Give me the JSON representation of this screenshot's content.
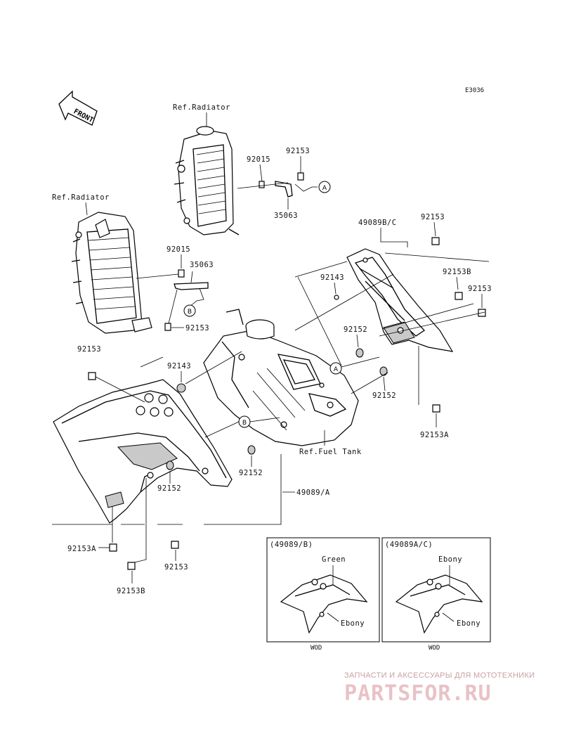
{
  "diagram_code": "E3036",
  "front_arrow_label": "FRONT",
  "ref_labels": {
    "radiator_right": "Ref.Radiator",
    "radiator_left": "Ref.Radiator",
    "fuel_tank": "Ref.Fuel Tank"
  },
  "part_labels": {
    "p92015_upper": "92015",
    "p92153_upper": "92153",
    "p35063_upper": "35063",
    "p49089bc": "49089B/C",
    "p92153_right_top": "92153",
    "p92015_mid": "92015",
    "p35063_mid": "35063",
    "p92143_right": "92143",
    "p92153b_right": "92153B",
    "p92153_right2": "92153",
    "p92153_leftrad": "92153",
    "p92152_right": "92152",
    "p92153_left": "92153",
    "p92143_left": "92143",
    "p92152_right2": "92152",
    "p92153a_right": "92153A",
    "p92152_center": "92152",
    "p92152_left": "92152",
    "p49089a": "49089/A",
    "p92153a_left": "92153A",
    "p92153_bottom": "92153",
    "p92153b_bottom": "92153B"
  },
  "callouts": {
    "a": "A",
    "b": "B"
  },
  "inset_left": {
    "heading": "(49089/B)",
    "color_top": "Green",
    "color_bottom": "Ebony",
    "footer": "WOD"
  },
  "inset_right": {
    "heading": "(49089A/C)",
    "color_top": "Ebony",
    "color_bottom": "Ebony",
    "footer": "WOD"
  },
  "watermark": {
    "line1": "ЗАПЧАСТИ И АКСЕССУАРЫ ДЛЯ МОТОТЕХНИКИ",
    "line2": "PARTSFOR.RU"
  }
}
